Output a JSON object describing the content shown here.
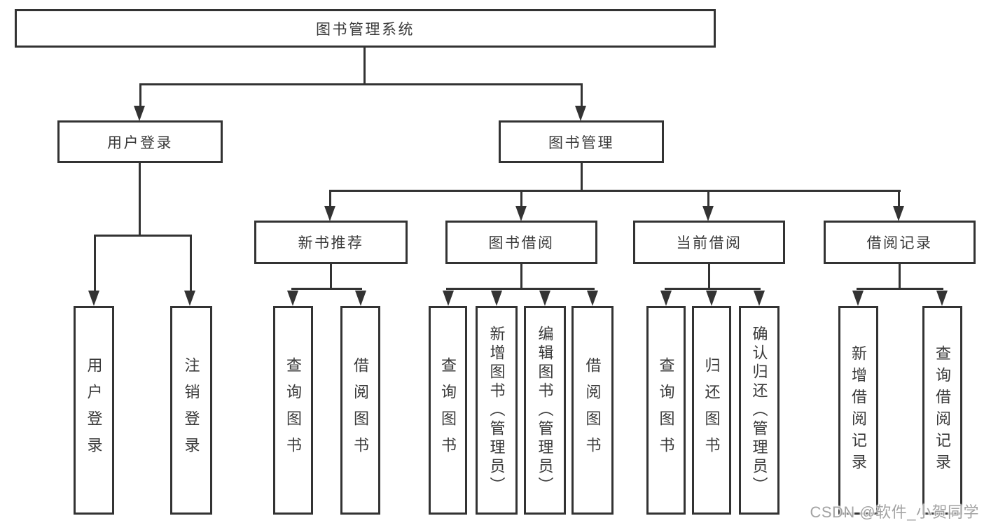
{
  "diagram": {
    "root": {
      "label": "图书管理系统"
    },
    "level1": [
      {
        "label": "用户登录"
      },
      {
        "label": "图书管理"
      }
    ],
    "level2": [
      {
        "label": "新书推荐"
      },
      {
        "label": "图书借阅"
      },
      {
        "label": "当前借阅"
      },
      {
        "label": "借阅记录"
      }
    ],
    "leaves": {
      "user_login": [
        "用户登录",
        "注销登录"
      ],
      "new_book": [
        "查询图书",
        "借阅图书"
      ],
      "book_borrow": [
        "查询图书",
        "新增图书（管理员）",
        "编辑图书（管理员）",
        "借阅图书"
      ],
      "current_borrow": [
        "查询图书",
        "归还图书",
        "确认归还（管理员）"
      ],
      "borrow_record": [
        "新增借阅记录",
        "查询借阅记录"
      ]
    }
  },
  "watermark": {
    "text": "CSDN @软件_小贺同学"
  },
  "colors": {
    "line": "#333333",
    "text": "#3a3a3a",
    "background": "#ffffff"
  }
}
